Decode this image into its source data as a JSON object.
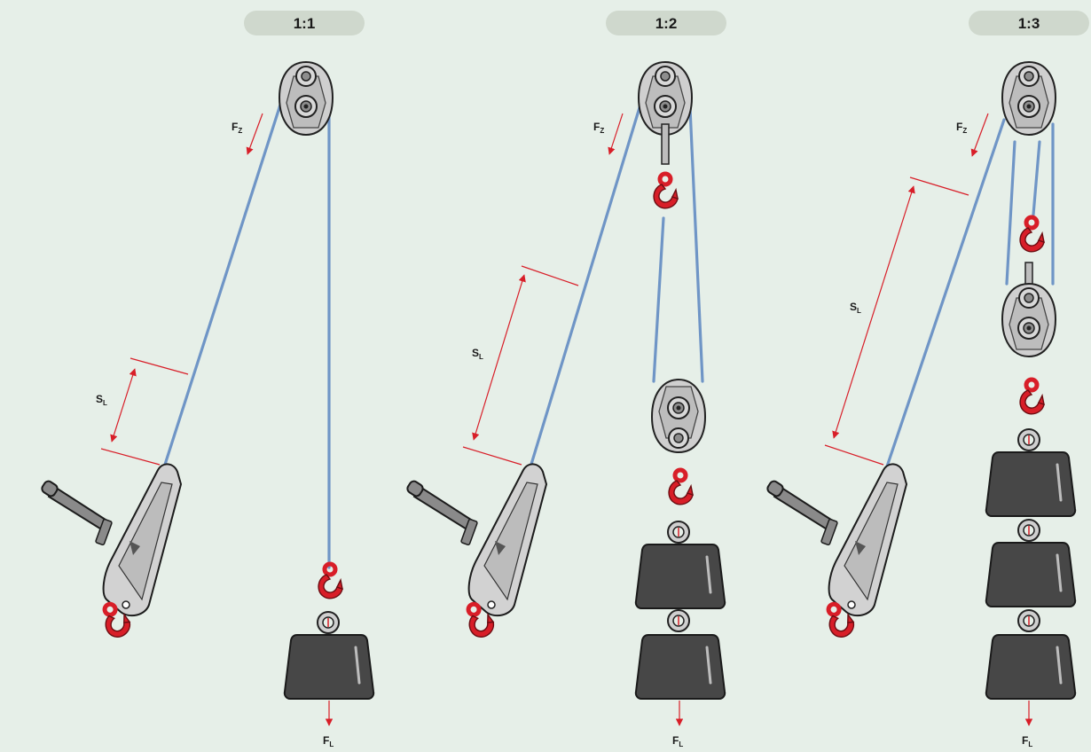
{
  "panels": [
    {
      "ratio": "1:1",
      "pulling_force_label": "F",
      "pulling_force_subscript": "Z",
      "stroke_label": "S",
      "stroke_subscript": "L",
      "load_force_label": "F",
      "load_force_subscript": "L"
    },
    {
      "ratio": "1:2",
      "pulling_force_label": "F",
      "pulling_force_subscript": "Z",
      "stroke_label": "S",
      "stroke_subscript": "L",
      "load_force_label": "F",
      "load_force_subscript": "L"
    },
    {
      "ratio": "1:3",
      "pulling_force_label": "F",
      "pulling_force_subscript": "Z",
      "stroke_label": "S",
      "stroke_subscript": "L",
      "load_force_label": "F",
      "load_force_subscript": "L"
    }
  ],
  "colors": {
    "background": "#e6efe8",
    "badge": "#cfd8cd",
    "rope": "#6f95c6",
    "hook": "#d81e28",
    "arrow": "#d81e28",
    "weight": "#474747",
    "metal": "#cfcfcf"
  },
  "icons": [
    "pulley-block-icon",
    "hook-icon",
    "lever-hoist-icon",
    "weight-icon",
    "ring-icon"
  ]
}
